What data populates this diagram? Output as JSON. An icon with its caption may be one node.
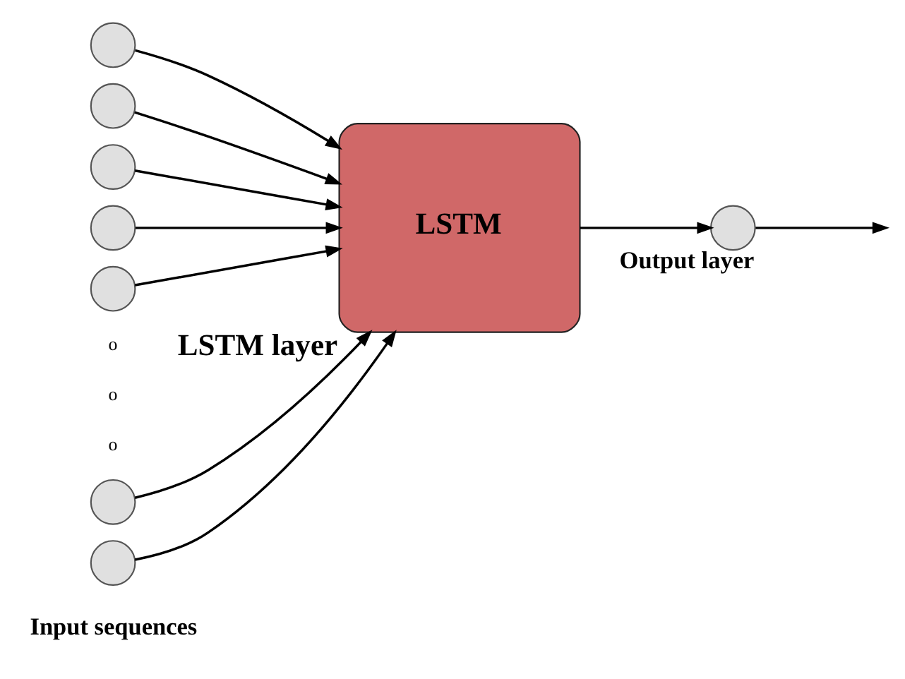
{
  "diagram": {
    "nodes": [
      {
        "text": [],
        "shape": "circle"
      },
      {
        "text": [],
        "shape": "circle"
      },
      {
        "text": [],
        "shape": "circle"
      },
      {
        "text": [],
        "shape": "circle"
      },
      {
        "text": [],
        "shape": "circle"
      },
      {
        "text": [],
        "shape": "circle"
      },
      {
        "text": [],
        "shape": "circle"
      },
      {
        "text": [
          "LSTM"
        ],
        "beside": [
          "LSTM layer"
        ]
      },
      {
        "text": [],
        "shape": "circle",
        "beside": [
          "Output layer"
        ]
      }
    ],
    "edges": [
      {
        "from": 0,
        "to": 7,
        "arrow": "to"
      },
      {
        "from": 1,
        "to": 7,
        "arrow": "to"
      },
      {
        "from": 2,
        "to": 7,
        "arrow": "to"
      },
      {
        "from": 3,
        "to": 7,
        "arrow": "to"
      },
      {
        "from": 4,
        "to": 7,
        "arrow": "to"
      },
      {
        "from": 5,
        "to": 7,
        "arrow": "to"
      },
      {
        "from": 6,
        "to": 7,
        "arrow": "to"
      },
      {
        "from": 7,
        "to": 8,
        "arrow": "to"
      },
      {
        "from": 8,
        "to": null,
        "arrow": "to"
      }
    ],
    "labels": [
      "o",
      "o",
      "o",
      "Input sequences"
    ]
  }
}
